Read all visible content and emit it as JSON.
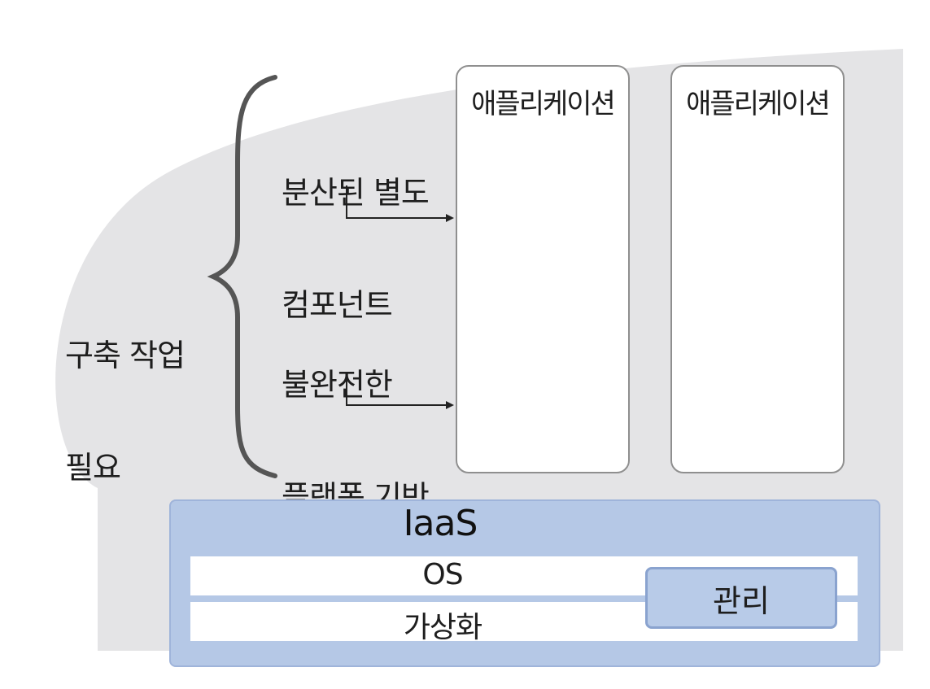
{
  "colors": {
    "yellow": "#f2e21a",
    "orange": "#f28a2a",
    "green": "#7cc23a",
    "gray": "#c9ccd0",
    "purple": "#8a4cb0",
    "iaas_fill": "#b5c8e6",
    "background_shape": "#e4e4e6"
  },
  "left_label": {
    "line1": "구축 작업",
    "line2": "필요"
  },
  "callout_top": {
    "line1": "분산된 별도",
    "line2": "컴포넌트"
  },
  "callout_bottom": {
    "line1": "불완전한",
    "line2": "플랫폼 기반"
  },
  "applications": [
    {
      "title": "애플리케이션",
      "components": [
        "yellow",
        "orange",
        "green",
        "gray",
        "gray",
        "purple"
      ],
      "platform_bars": [
        "yellow",
        "orange"
      ]
    },
    {
      "title": "애플리케이션",
      "components": [
        "purple",
        "green",
        "yellow",
        "gray",
        "orange",
        "yellow"
      ],
      "platform_bars": [
        "gray",
        "green"
      ]
    }
  ],
  "iaas": {
    "title": "IaaS",
    "layer_os": "OS",
    "layer_virtualization": "가상화",
    "management": "관리"
  }
}
